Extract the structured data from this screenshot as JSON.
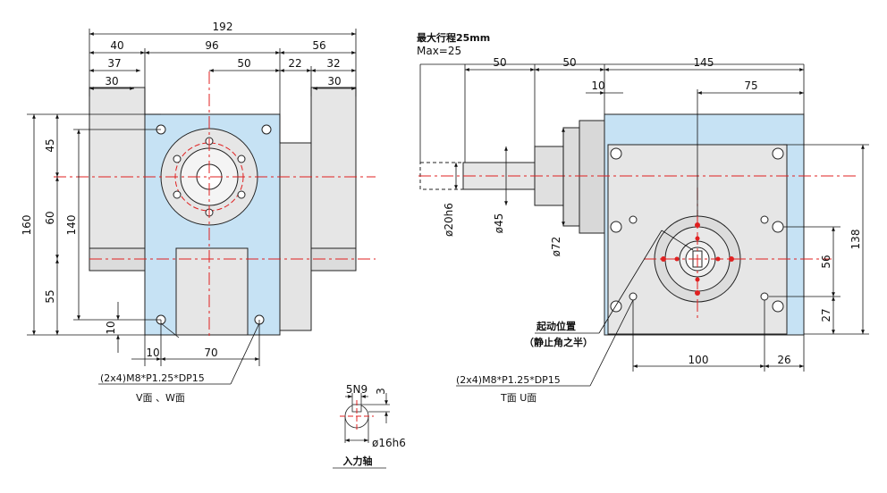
{
  "left_view": {
    "dims_top": [
      "192",
      "40",
      "96",
      "56",
      "37",
      "50",
      "22",
      "32",
      "30",
      "30"
    ],
    "dims_left": [
      "160",
      "45",
      "140",
      "60",
      "55",
      "10"
    ],
    "dims_bottom": [
      "10",
      "70"
    ],
    "callout": "(2x4)M8*P1.25*DP15",
    "callout_faces": "V面 、W面"
  },
  "shaft_detail": {
    "keyway": "5N9",
    "depth": "3",
    "diameter": "ø16h6",
    "title": "入力轴"
  },
  "right_view": {
    "stroke_label": "最大行程25mm",
    "stroke_value": "Max=25",
    "dims_top": [
      "50",
      "50",
      "145",
      "10",
      "75"
    ],
    "dims_vertical": [
      "ø20h6",
      "ø45",
      "ø72",
      "138",
      "56",
      "27"
    ],
    "dims_bottom": [
      "100",
      "26"
    ],
    "start_pos_1": "起动位置",
    "start_pos_2": "（静止角之半）",
    "callout": "(2x4)M8*P1.25*DP15",
    "callout_faces": "T面   U面"
  },
  "colors": {
    "blue_fill": "#c6e2f4",
    "gray_fill": "#e4e4e4",
    "center_line": "#e02020"
  }
}
